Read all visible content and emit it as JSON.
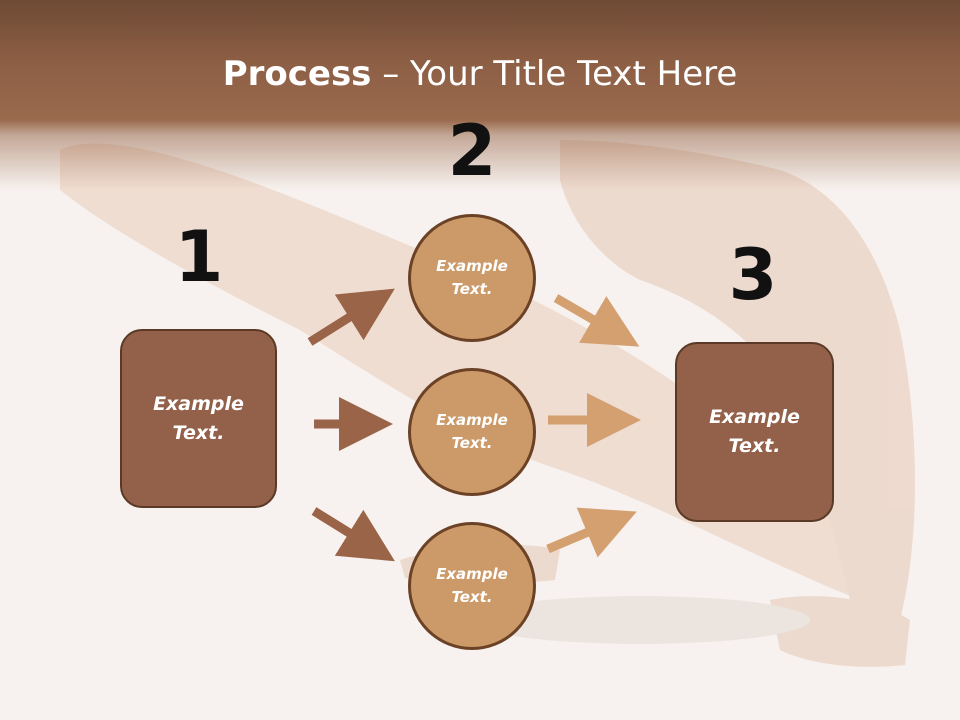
{
  "slide": {
    "title_bold": "Process",
    "title_rest": " – Your Title Text Here"
  },
  "steps": {
    "step1": {
      "number": "1",
      "text": "Example Text."
    },
    "step2": {
      "number": "2",
      "circles": [
        "Example Text.",
        "Example Text.",
        "Example Text."
      ]
    },
    "step3": {
      "number": "3",
      "text": "Example Text."
    }
  },
  "colors": {
    "title_band": "#8c5e44",
    "box_fill": "#93604a",
    "circle_fill": "#cc9a68",
    "arrow_dark": "#9a6448",
    "arrow_light": "#d4a070"
  }
}
